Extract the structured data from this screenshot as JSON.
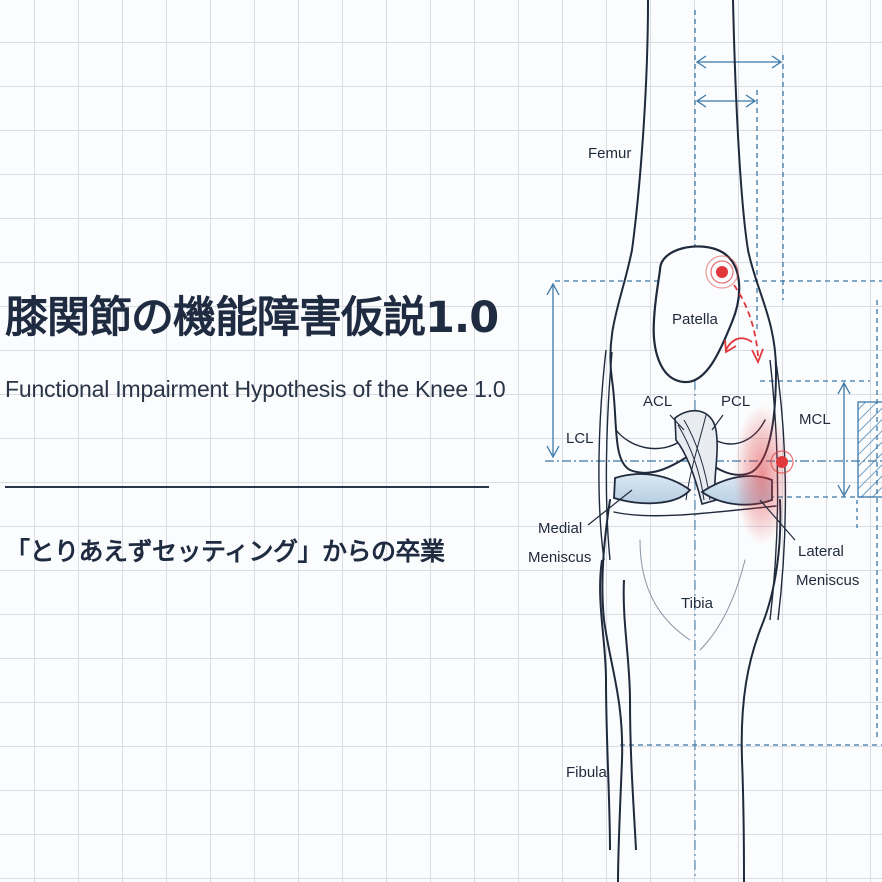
{
  "title": {
    "jp": "膝関節の機能障害仮説1.0",
    "en": "Functional Impairment Hypothesis of the Knee 1.0"
  },
  "subtitle": "「とりあえずセッティング」からの卒業",
  "labels": {
    "femur": "Femur",
    "patella": "Patella",
    "acl": "ACL",
    "pcl": "PCL",
    "lcl": "LCL",
    "mcl": "MCL",
    "medial_meniscus_1": "Medial",
    "medial_meniscus_2": "Meniscus",
    "lateral_meniscus_1": "Lateral",
    "lateral_meniscus_2": "Meniscus",
    "tibia": "Tibia",
    "fibula": "Fibula"
  },
  "colors": {
    "ink": "#1f2a3c",
    "dimension": "#3b78a8",
    "highlight": "#e0383c",
    "meniscus": "#c7dcec"
  }
}
